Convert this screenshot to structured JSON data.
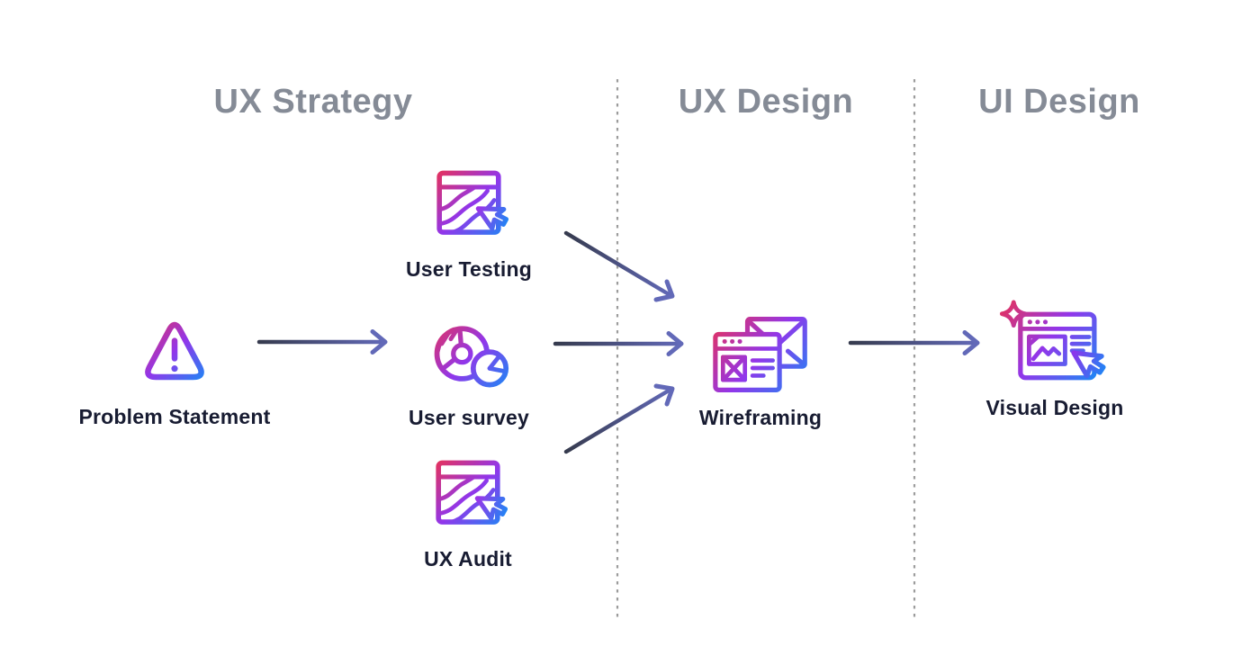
{
  "sections": [
    {
      "label": "UX Strategy"
    },
    {
      "label": "UX Design"
    },
    {
      "label": "UI Design"
    }
  ],
  "nodes": [
    {
      "id": "problem-statement",
      "label": "Problem Statement",
      "icon": "alert-triangle-icon",
      "section": "UX Strategy"
    },
    {
      "id": "user-testing",
      "label": "User Testing",
      "icon": "heatmap-window-cursor-icon",
      "section": "UX Strategy"
    },
    {
      "id": "user-survey",
      "label": "User survey",
      "icon": "pie-charts-icon",
      "section": "UX Strategy"
    },
    {
      "id": "ux-audit",
      "label": "UX Audit",
      "icon": "heatmap-window-cursor-icon",
      "section": "UX Strategy"
    },
    {
      "id": "wireframing",
      "label": "Wireframing",
      "icon": "wireframe-windows-icon",
      "section": "UX Design"
    },
    {
      "id": "visual-design",
      "label": "Visual Design",
      "icon": "browser-sparkle-cursor-icon",
      "section": "UI Design"
    }
  ],
  "edges": [
    {
      "from": "problem-statement",
      "to": "user-survey"
    },
    {
      "from": "user-testing",
      "to": "wireframing"
    },
    {
      "from": "user-survey",
      "to": "wireframing"
    },
    {
      "from": "ux-audit",
      "to": "wireframing"
    },
    {
      "from": "wireframing",
      "to": "visual-design"
    }
  ],
  "colors": {
    "background": "#FFFFFF",
    "section_header": "#858B96",
    "node_label": "#181C32",
    "divider": "#9C9C9C",
    "arrow_start": "#363B4E",
    "arrow_end": "#6269B8",
    "icon_gradient": [
      "#E4325E",
      "#9136EA",
      "#1D87F5"
    ]
  }
}
